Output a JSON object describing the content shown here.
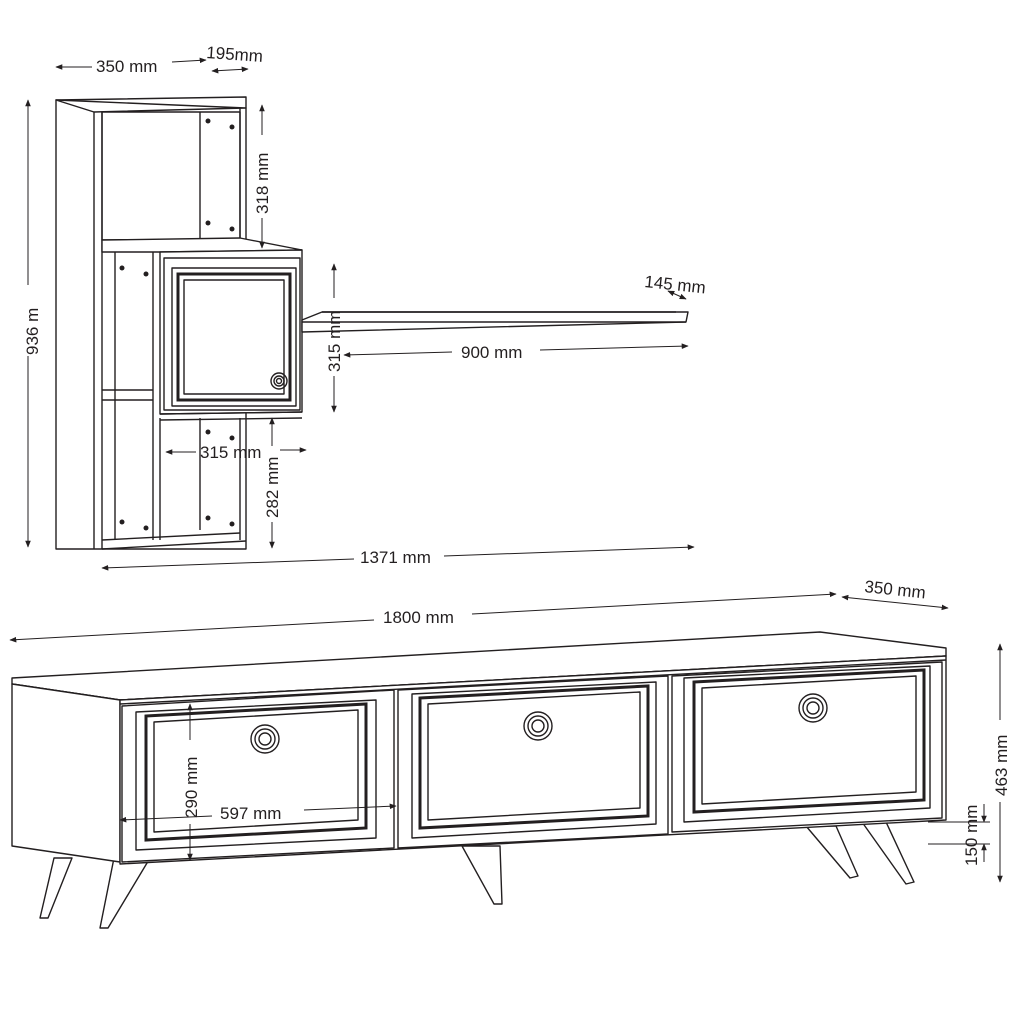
{
  "colors": {
    "line": "#231f20",
    "background": "#ffffff"
  },
  "wall_unit": {
    "width_label": "350 mm",
    "depth_label": "195mm",
    "height_label": "936 m",
    "top_compartment_label": "318 mm",
    "cabinet_width_label": "315 mm",
    "bottom_compartment_label": "282 mm",
    "total_width_label": "1371 mm",
    "shelf_height_label": "315 mm",
    "shelf_length_label": "900 mm",
    "shelf_depth_label": "145 mm"
  },
  "tv_stand": {
    "width_label": "1800 mm",
    "depth_label": "350 mm",
    "height_label": "463 mm",
    "leg_height_label": "150 mm",
    "drawer_width_label": "597 mm",
    "drawer_height_label": "290 mm"
  }
}
